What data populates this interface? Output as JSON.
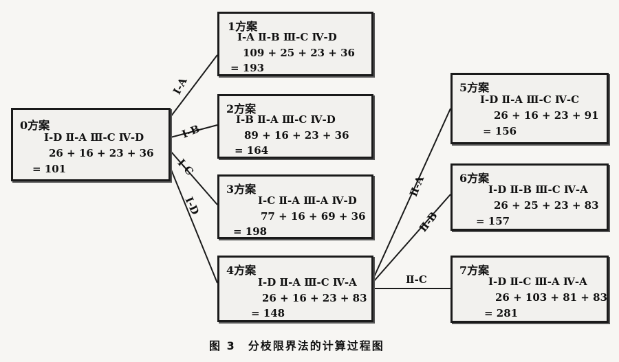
{
  "nodes": {
    "n0": {
      "title": "0方案",
      "assign": "Ⅰ-D Ⅱ-A Ⅲ-C Ⅳ-D",
      "sum": "26 + 16 + 23 + 36",
      "total": "= 101"
    },
    "n1": {
      "title": "1方案",
      "assign": "Ⅰ-A Ⅱ-B Ⅲ-C Ⅳ-D",
      "sum": "109 + 25 + 23 + 36",
      "total": "= 193"
    },
    "n2": {
      "title": "2方案",
      "assign": "Ⅰ-B Ⅱ-A Ⅲ-C Ⅳ-D",
      "sum": "89 + 16 + 23 + 36",
      "total": "= 164"
    },
    "n3": {
      "title": "3方案",
      "assign": "Ⅰ-C Ⅱ-A Ⅲ-A Ⅳ-D",
      "sum": "77 + 16 + 69 + 36",
      "total": "= 198"
    },
    "n4": {
      "title": "4方案",
      "assign": "Ⅰ-D Ⅱ-A Ⅲ-C Ⅳ-A",
      "sum": "26 + 16 + 23 + 83",
      "total": "= 148"
    },
    "n5": {
      "title": "5方案",
      "assign": "Ⅰ-D Ⅱ-A Ⅲ-C Ⅳ-C",
      "sum": "26 + 16 + 23 + 91",
      "total": "= 156"
    },
    "n6": {
      "title": "6方案",
      "assign": "Ⅰ-D Ⅱ-B Ⅲ-C Ⅳ-A",
      "sum": "26 + 25 + 23 + 83",
      "total": "= 157"
    },
    "n7": {
      "title": "7方案",
      "assign": "Ⅰ-D Ⅱ-C Ⅲ-A Ⅳ-A",
      "sum": "26 + 103 + 81 + 83",
      "total": "= 281"
    }
  },
  "edges": {
    "e_IA": "Ⅰ-A",
    "e_IB": "Ⅰ-B",
    "e_IC": "Ⅰ-C",
    "e_ID": "Ⅰ-D",
    "e_IIA": "Ⅱ-A",
    "e_IIB": "Ⅱ-B",
    "e_IIC": "Ⅱ-C"
  },
  "caption": "图 3　分枝限界法的计算过程图"
}
